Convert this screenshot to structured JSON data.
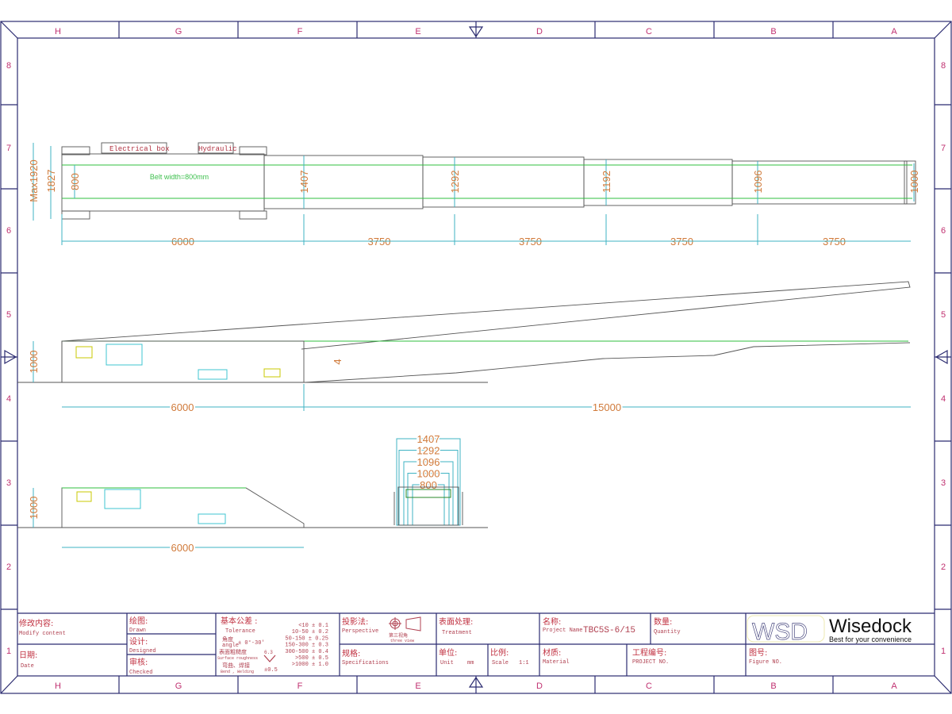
{
  "frame": {
    "columns": [
      "H",
      "G",
      "F",
      "E",
      "D",
      "C",
      "B",
      "A"
    ],
    "rows": [
      "8",
      "7",
      "6",
      "5",
      "4",
      "3",
      "2",
      "1"
    ]
  },
  "top_view": {
    "labels": {
      "electrical_box": "Electrical box",
      "hydraulic": "Hydraulic",
      "belt_width": "Belt width=800mm"
    },
    "dims": {
      "max_width": "Max1920",
      "width": "1827",
      "belt": "800",
      "sections": [
        "1407",
        "1292",
        "1192",
        "1096",
        "1000"
      ],
      "lengths": [
        "6000",
        "3750",
        "3750",
        "3750",
        "3750"
      ]
    }
  },
  "side_view": {
    "height": "1000",
    "base_length": "6000",
    "extended_length": "15000",
    "small_height": "4"
  },
  "retracted_view": {
    "height": "1000",
    "length": "6000"
  },
  "end_view": {
    "widths": [
      "1407",
      "1292",
      "1096",
      "1000",
      "800"
    ]
  },
  "title_block": {
    "modify_cn": "修改内容:",
    "modify_en": "Modify content",
    "date_cn": "日期:",
    "date_en": "Date",
    "drawn_cn": "绘图:",
    "drawn_en": "Drawn",
    "designed_cn": "设计:",
    "designed_en": "Designed",
    "checked_cn": "审核:",
    "checked_en": "Checked",
    "tolerance_cn": "基本公差 :",
    "tolerance_en": "Tolerance",
    "angle_cn": "角度",
    "angle_en": "angle",
    "angle_value": "± 0°-30'",
    "roughness_cn": "表面粗糙度",
    "roughness_en": "Surface roughness",
    "roughness_value": "6.3",
    "bend_cn": "弯曲、焊接",
    "bend_en": "Bend , Welding",
    "bend_value": "±0.5",
    "tolerance_table": [
      "<10 ± 0.1",
      "10-50 ± 0.2",
      "50-150 ± 0.25",
      "150-300 ± 0.3",
      "300-500 ± 0.4",
      ">500 ± 0.5",
      ">1000 ± 1.0"
    ],
    "projection_cn": "投影法:",
    "projection_en": "Perspective",
    "third_angle_cn": "第三视角",
    "third_angle_en": "three view",
    "specs_cn": "规格:",
    "specs_en": "Specifications",
    "treatment_cn": "表面处理:",
    "treatment_en": "Treatment",
    "unit_cn": "单位:",
    "unit_en": "Unit",
    "unit_value": "mm",
    "scale_cn": "比例:",
    "scale_en": "Scale",
    "scale_value": "1:1",
    "name_cn": "名称:",
    "name_en": "Project Name",
    "name_value": "TBC5S-6/15",
    "quantity_cn": "数量:",
    "quantity_en": "Quantity",
    "material_cn": "材质:",
    "material_en": "Material",
    "project_no_cn": "工程编号:",
    "project_no_en": "PROJECT NO.",
    "figure_no_cn": "图号:",
    "figure_no_en": "Figure NO.",
    "logo_mark": "WSD",
    "brand": "Wisedock",
    "tagline": "Best for your convenience"
  }
}
